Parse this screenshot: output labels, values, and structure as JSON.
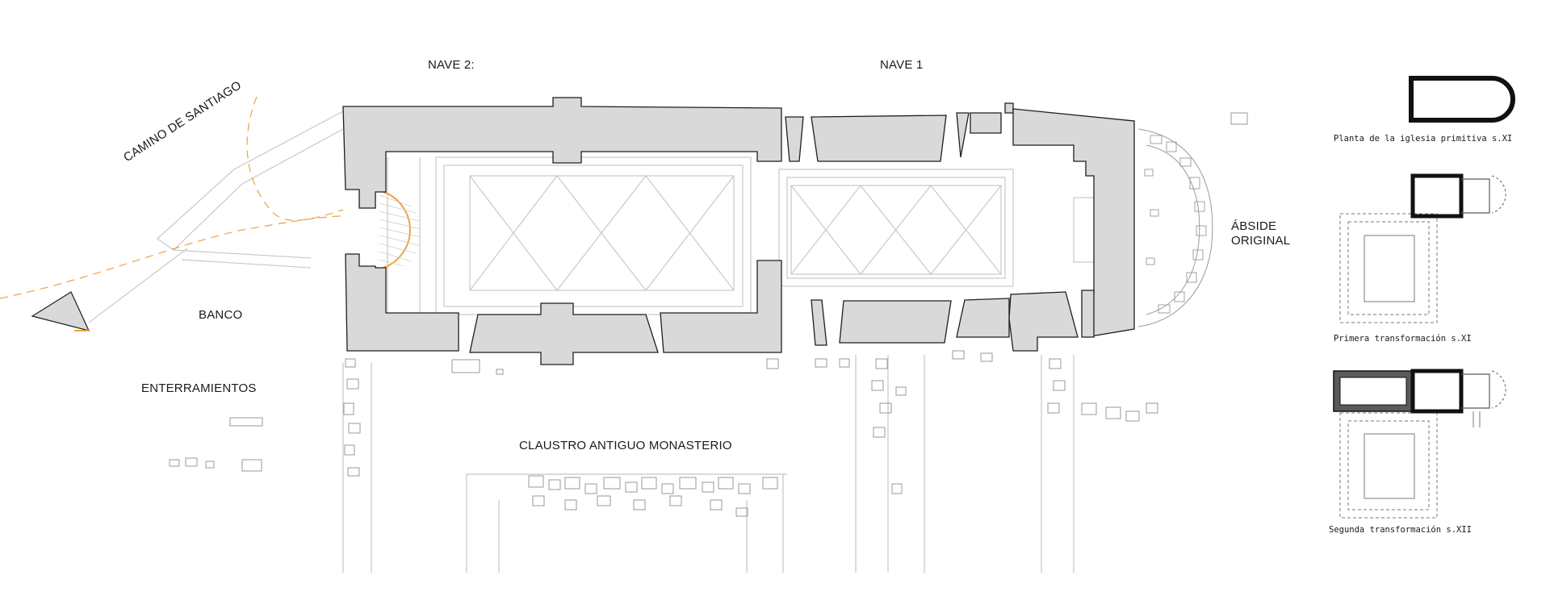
{
  "labels": {
    "nave2": "NAVE 2:",
    "nave1": "NAVE 1",
    "camino": "CAMINO DE SANTIAGO",
    "banco": "BANCO",
    "enterramientos": "ENTERRAMIENTOS",
    "claustro": "CLAUSTRO ANTIGUO MONASTERIO",
    "abside_line1": "ÁBSIDE",
    "abside_line2": "ORIGINAL"
  },
  "captions": {
    "plan1": "Planta de la iglesia primitiva s.XI",
    "plan2": "Primera transformación s.XI",
    "plan3": "Segunda transformación s.XII"
  },
  "colors": {
    "wall_fill": "#d9d9d9",
    "wall_stroke": "#1f1f1f",
    "light_line": "#bdbdbd",
    "stair_orange": "#f0a040",
    "dark_wall": "#111111"
  }
}
